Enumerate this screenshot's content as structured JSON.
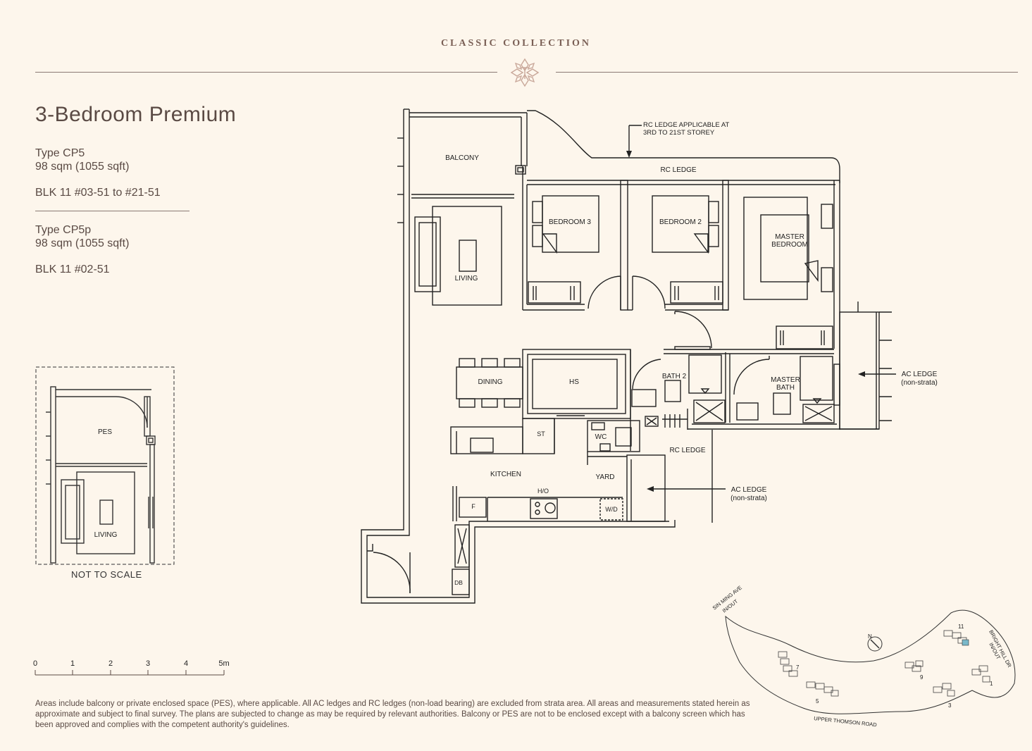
{
  "header": {
    "collection": "CLASSIC COLLECTION"
  },
  "unit": {
    "name": "3-Bedroom Premium",
    "types": [
      {
        "type": "Type CP5",
        "area": "98 sqm (1055 sqft)",
        "block": "BLK 11 #03-51 to #21-51"
      },
      {
        "type": "Type CP5p",
        "area": "98 sqm (1055 sqft)",
        "block": "BLK 11 #02-51"
      }
    ]
  },
  "inset": {
    "pes": "PES",
    "living": "LIVING",
    "note": "NOT TO SCALE"
  },
  "plan": {
    "balcony": "BALCONY",
    "living": "LIVING",
    "bedroom3": "BEDROOM 3",
    "bedroom2": "BEDROOM 2",
    "master_line1": "MASTER",
    "master_line2": "BEDROOM",
    "rc_ledge_note_line1": "RC LEDGE APPLICABLE AT",
    "rc_ledge_note_line2": "3RD TO 21ST STOREY",
    "rc_ledge_top": "RC LEDGE",
    "dining": "DINING",
    "hs": "HS",
    "bath2": "BATH 2",
    "master_bath_line1": "MASTER",
    "master_bath_line2": "BATH",
    "ac_ledge_line1": "AC LEDGE",
    "ac_ledge_line2": "(non-strata)",
    "st": "ST",
    "wc": "WC",
    "rc_ledge_mid": "RC LEDGE",
    "kitchen": "KITCHEN",
    "yard": "YARD",
    "ho": "H/O",
    "f": "F",
    "wd": "W/D",
    "db": "DB"
  },
  "scale": {
    "ticks": [
      "0",
      "1",
      "2",
      "3",
      "4",
      "5m"
    ]
  },
  "site": {
    "sin_ming_line1": "SIN MING AVE",
    "sin_ming_line2": "IN/OUT",
    "bright_hill_line1": "BRIGHT HILL DR",
    "bright_hill_line2": "IN/OUT",
    "upper_thomson": "UPPER THOMSON ROAD",
    "north": "N",
    "blocks": [
      "7",
      "5",
      "9",
      "3",
      "11",
      "1"
    ]
  },
  "disclaimer": "Areas include balcony or private enclosed space (PES), where applicable. All AC ledges and RC ledges (non-load bearing) are excluded from strata area. All areas and measurements stated herein as approximate and subject to final survey. The plans are subjected to change as may be required by relevant authorities. Balcony or PES are not to be enclosed except with a balcony screen which has been approved and complies with the competent authority's guidelines.",
  "colors": {
    "background": "#fdf6ec",
    "text": "#5a4a44",
    "accent": "#c9a89a",
    "highlight": "#7ab8c9"
  }
}
